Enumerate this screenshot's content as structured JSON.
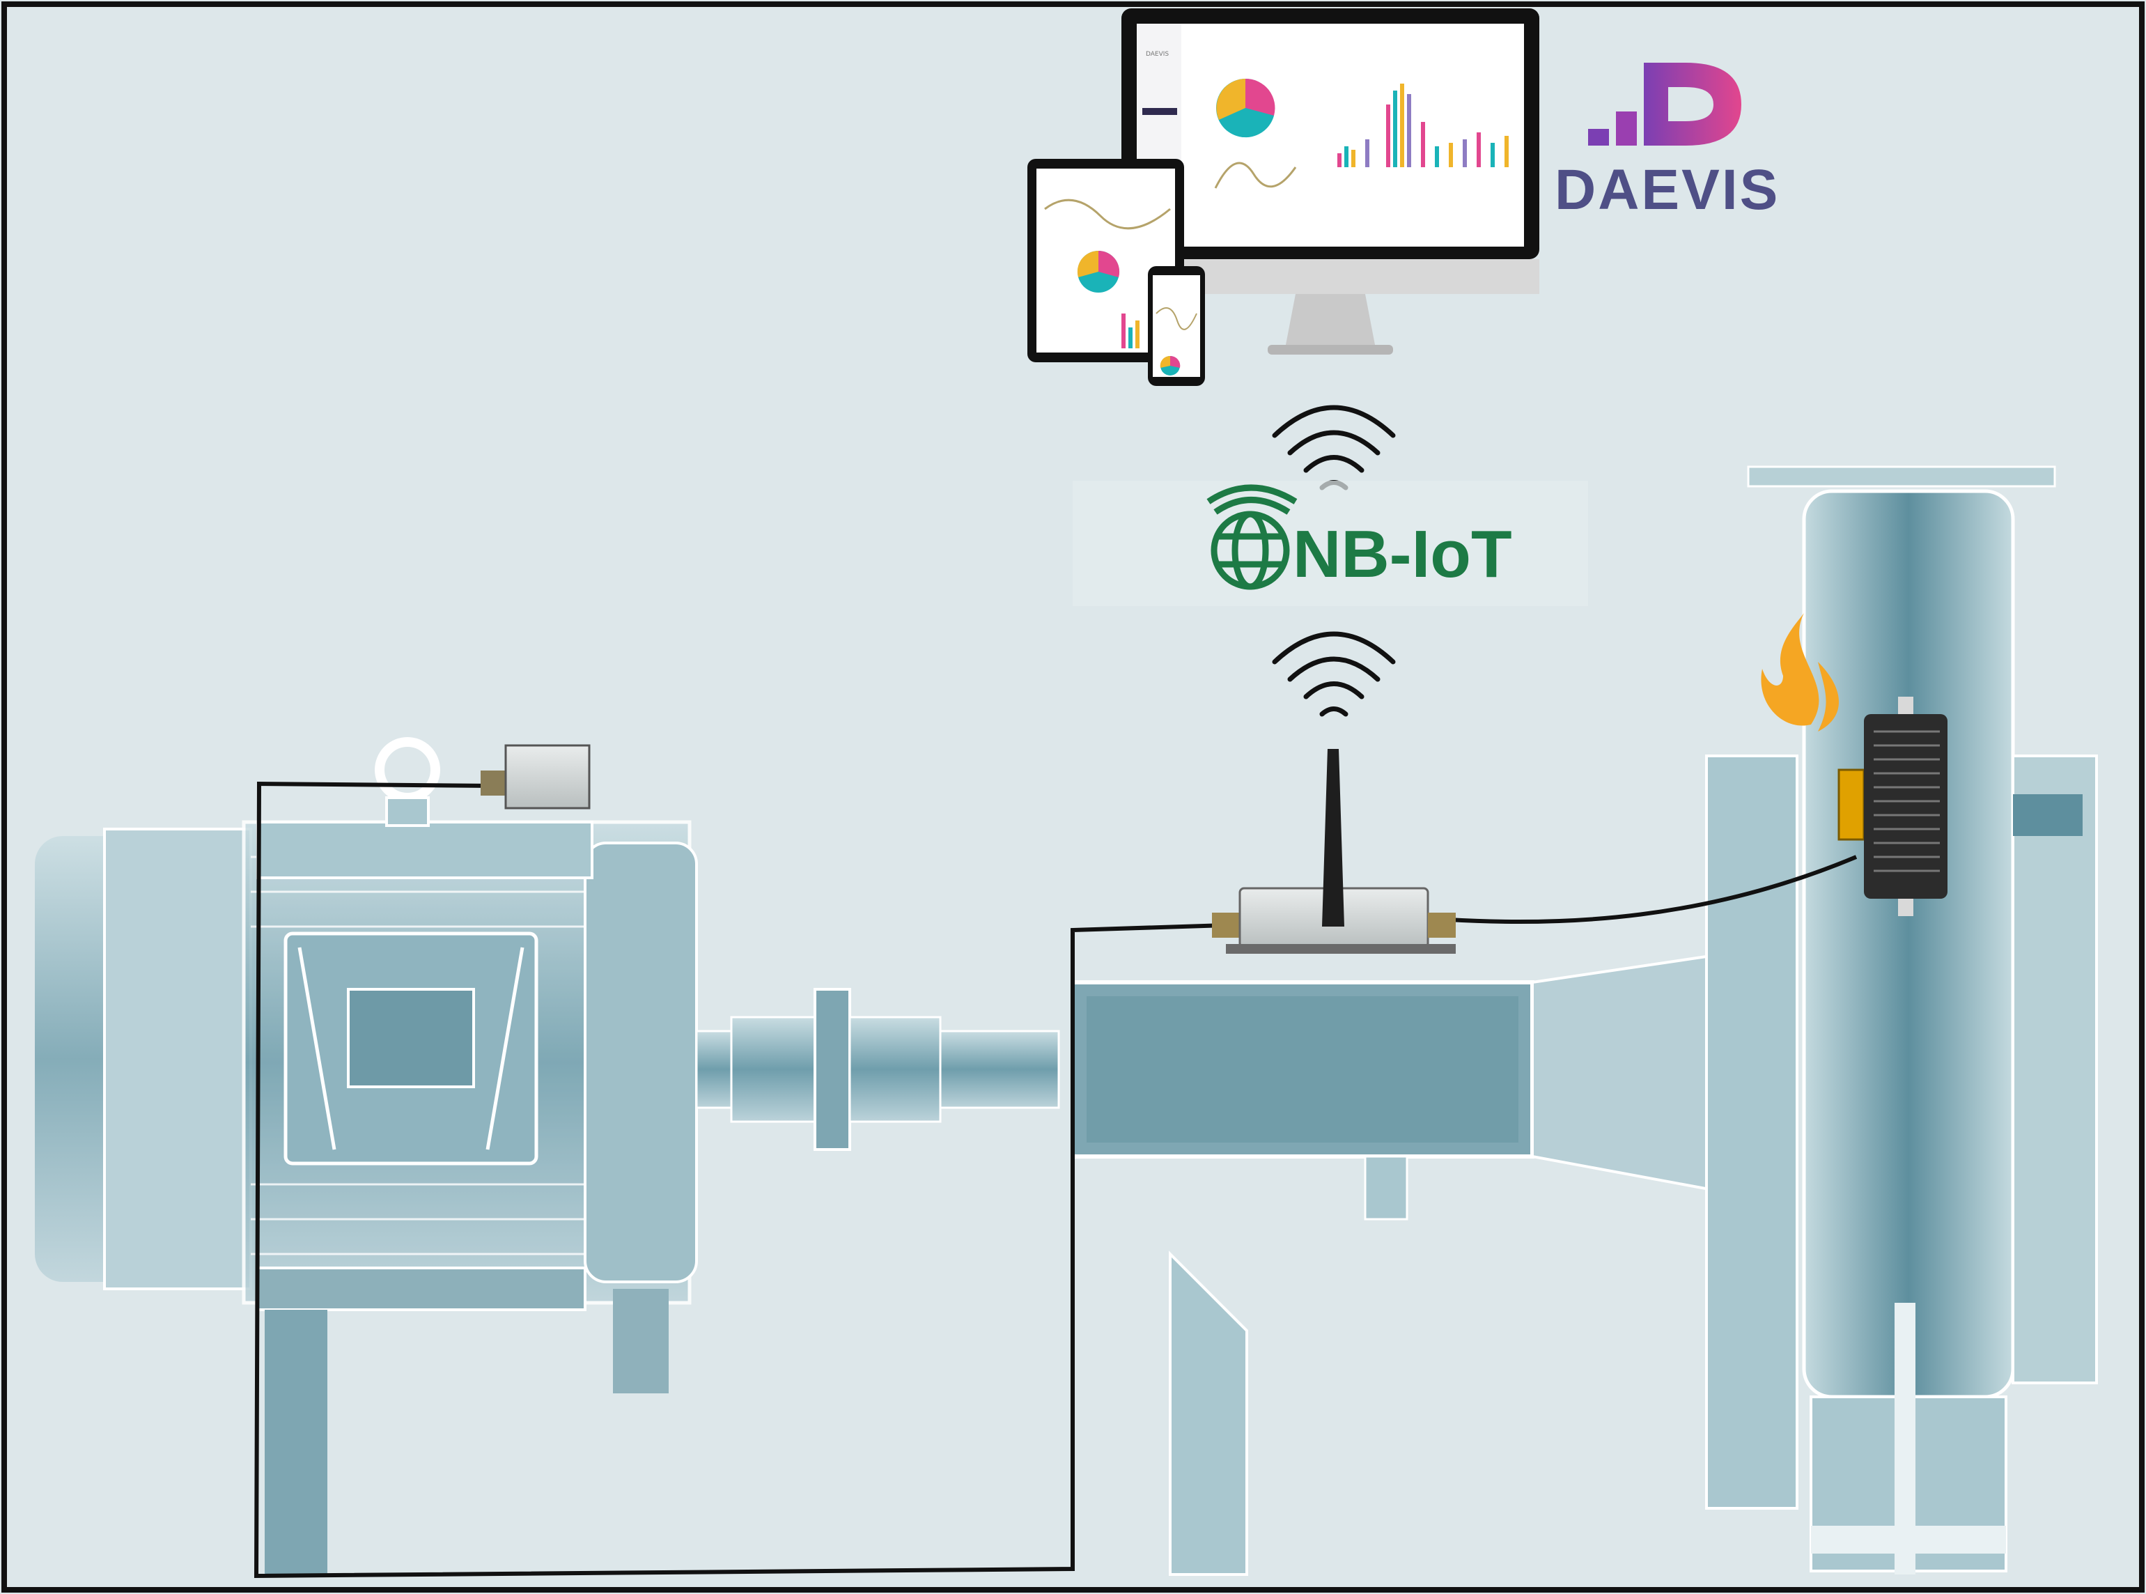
{
  "brand": {
    "name": "DAEVIS",
    "logo_colors": [
      "#7b3fb3",
      "#c23aa5",
      "#e2468e"
    ],
    "text_color": "#4f4f86"
  },
  "network": {
    "label": "NB-IoT",
    "color": "#1d7a45"
  },
  "devices": {
    "monitor_brand": "DAEVIS",
    "chart_colors": [
      "#e2478f",
      "#1ab3b8",
      "#f0b52b",
      "#8e7cc3"
    ]
  },
  "machine": {
    "tint": "#5e8f9e",
    "background": "#dde7ea"
  },
  "sensors": {
    "temperature_flame_color": "#f5a623",
    "connector_color": "#e0a100"
  }
}
